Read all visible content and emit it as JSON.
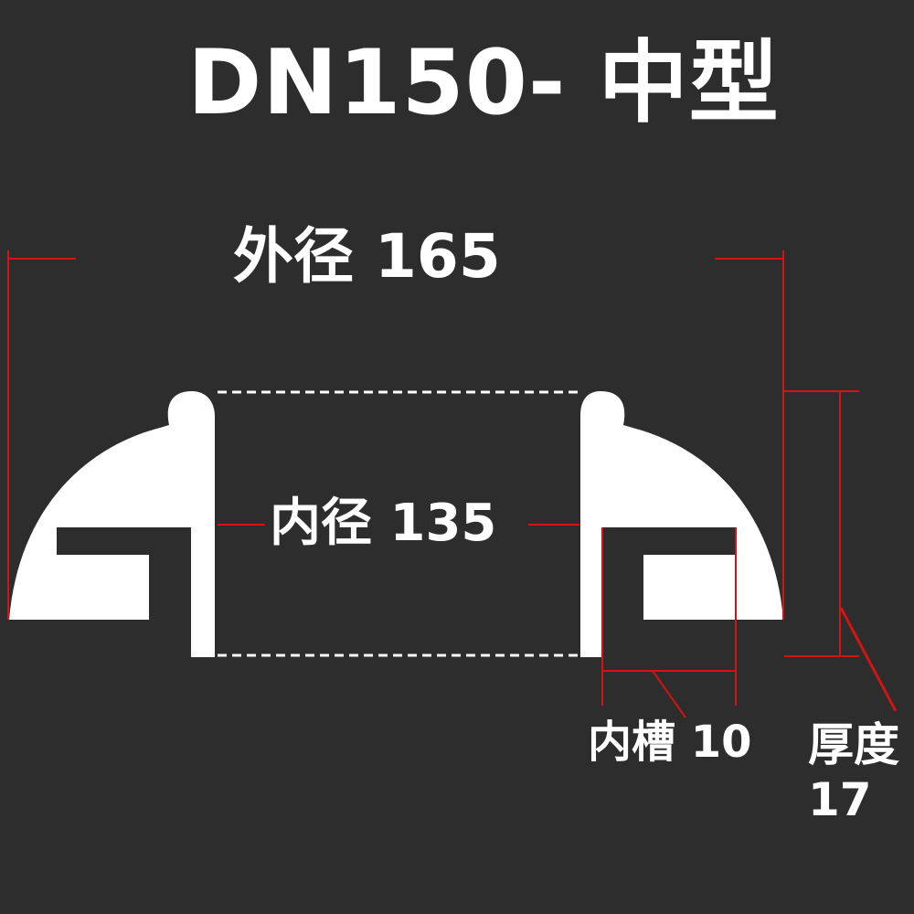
{
  "title": "DN150- 中型",
  "labels": {
    "outer_diameter": "外径 165",
    "inner_diameter": "内径 135",
    "inner_groove": "内槽 10",
    "thickness_label": "厚度",
    "thickness_value": "17"
  },
  "colors": {
    "background": "#2d2d2d",
    "shape": "#ffffff",
    "dimension_line": "#d11414"
  }
}
